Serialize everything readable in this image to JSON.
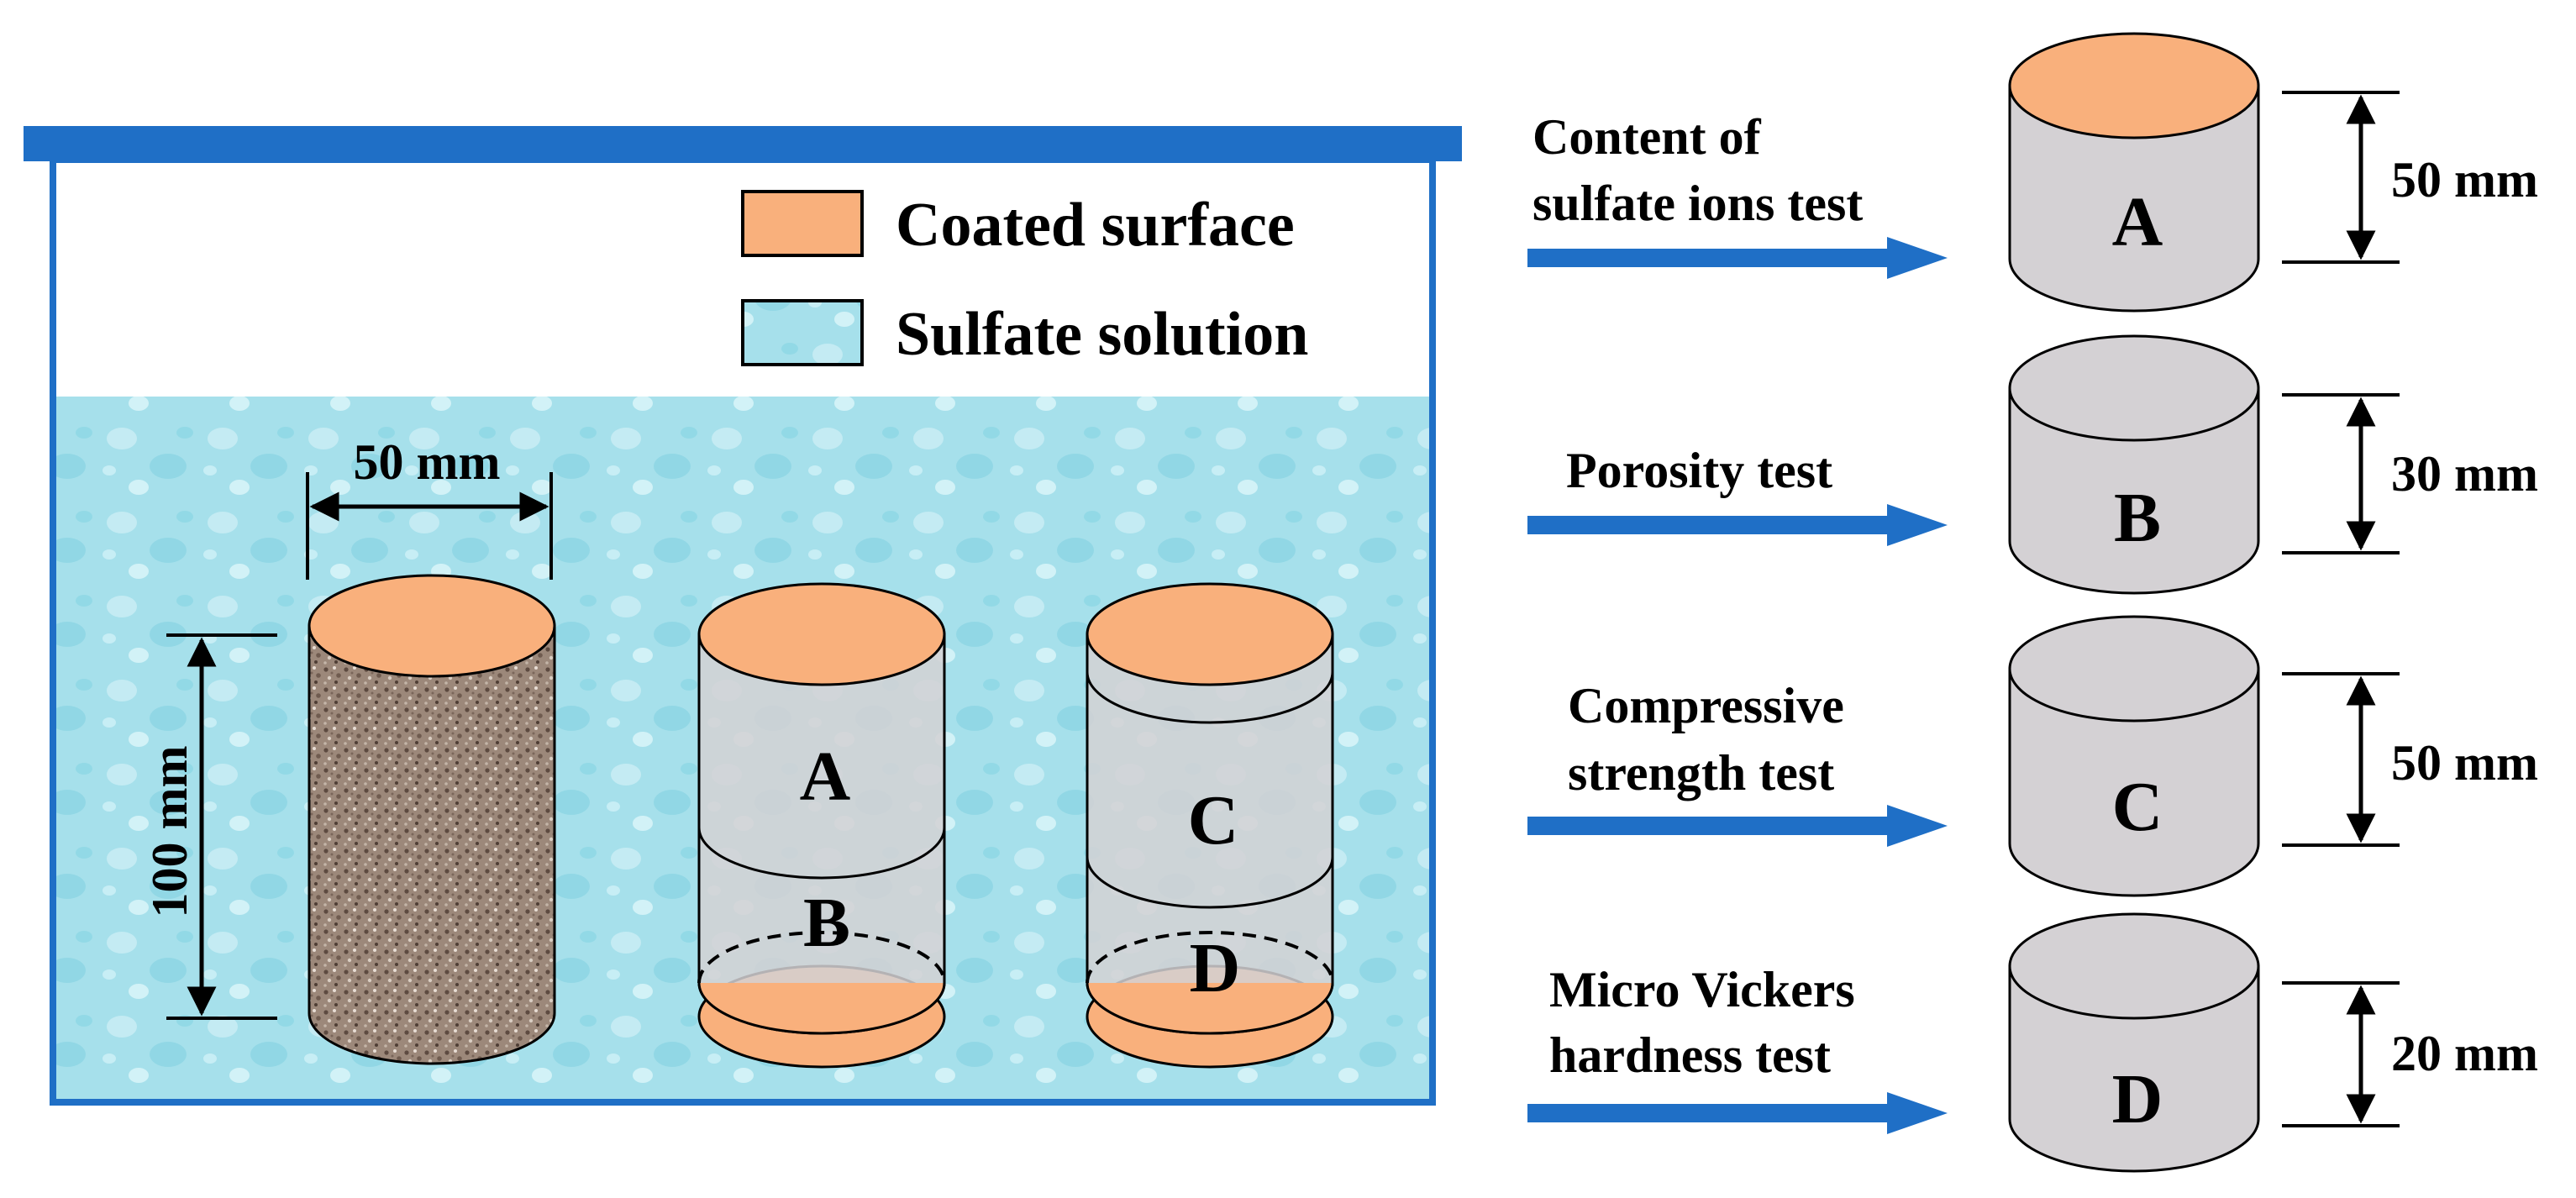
{
  "legend": {
    "coated_label": "Coated surface",
    "solution_label": "Sulfate solution"
  },
  "specimen": {
    "width_label": "50 mm",
    "height_label": "100 mm"
  },
  "middle_specimens": {
    "left_parts": [
      "A",
      "B"
    ],
    "right_parts": [
      "C",
      "D"
    ]
  },
  "tests": [
    {
      "line1": "Content of",
      "line2": "sulfate ions test",
      "letter": "A",
      "height_label": "50 mm"
    },
    {
      "line1": "Porosity test",
      "line2": "",
      "letter": "B",
      "height_label": "30 mm"
    },
    {
      "line1": "Compressive",
      "line2": "strength test",
      "letter": "C",
      "height_label": "50 mm"
    },
    {
      "line1": "Micro Vickers",
      "line2": "hardness test",
      "letter": "D",
      "height_label": "20 mm"
    }
  ],
  "colors": {
    "container_blue": "#1f6fc6",
    "arrow_blue": "#1f6fc6",
    "coated_orange": "#f9b07c",
    "solution_cyan": "#9fdde9",
    "cylinder_grey": "#d4d1d4",
    "concrete_brown": "#9e8a7c"
  }
}
